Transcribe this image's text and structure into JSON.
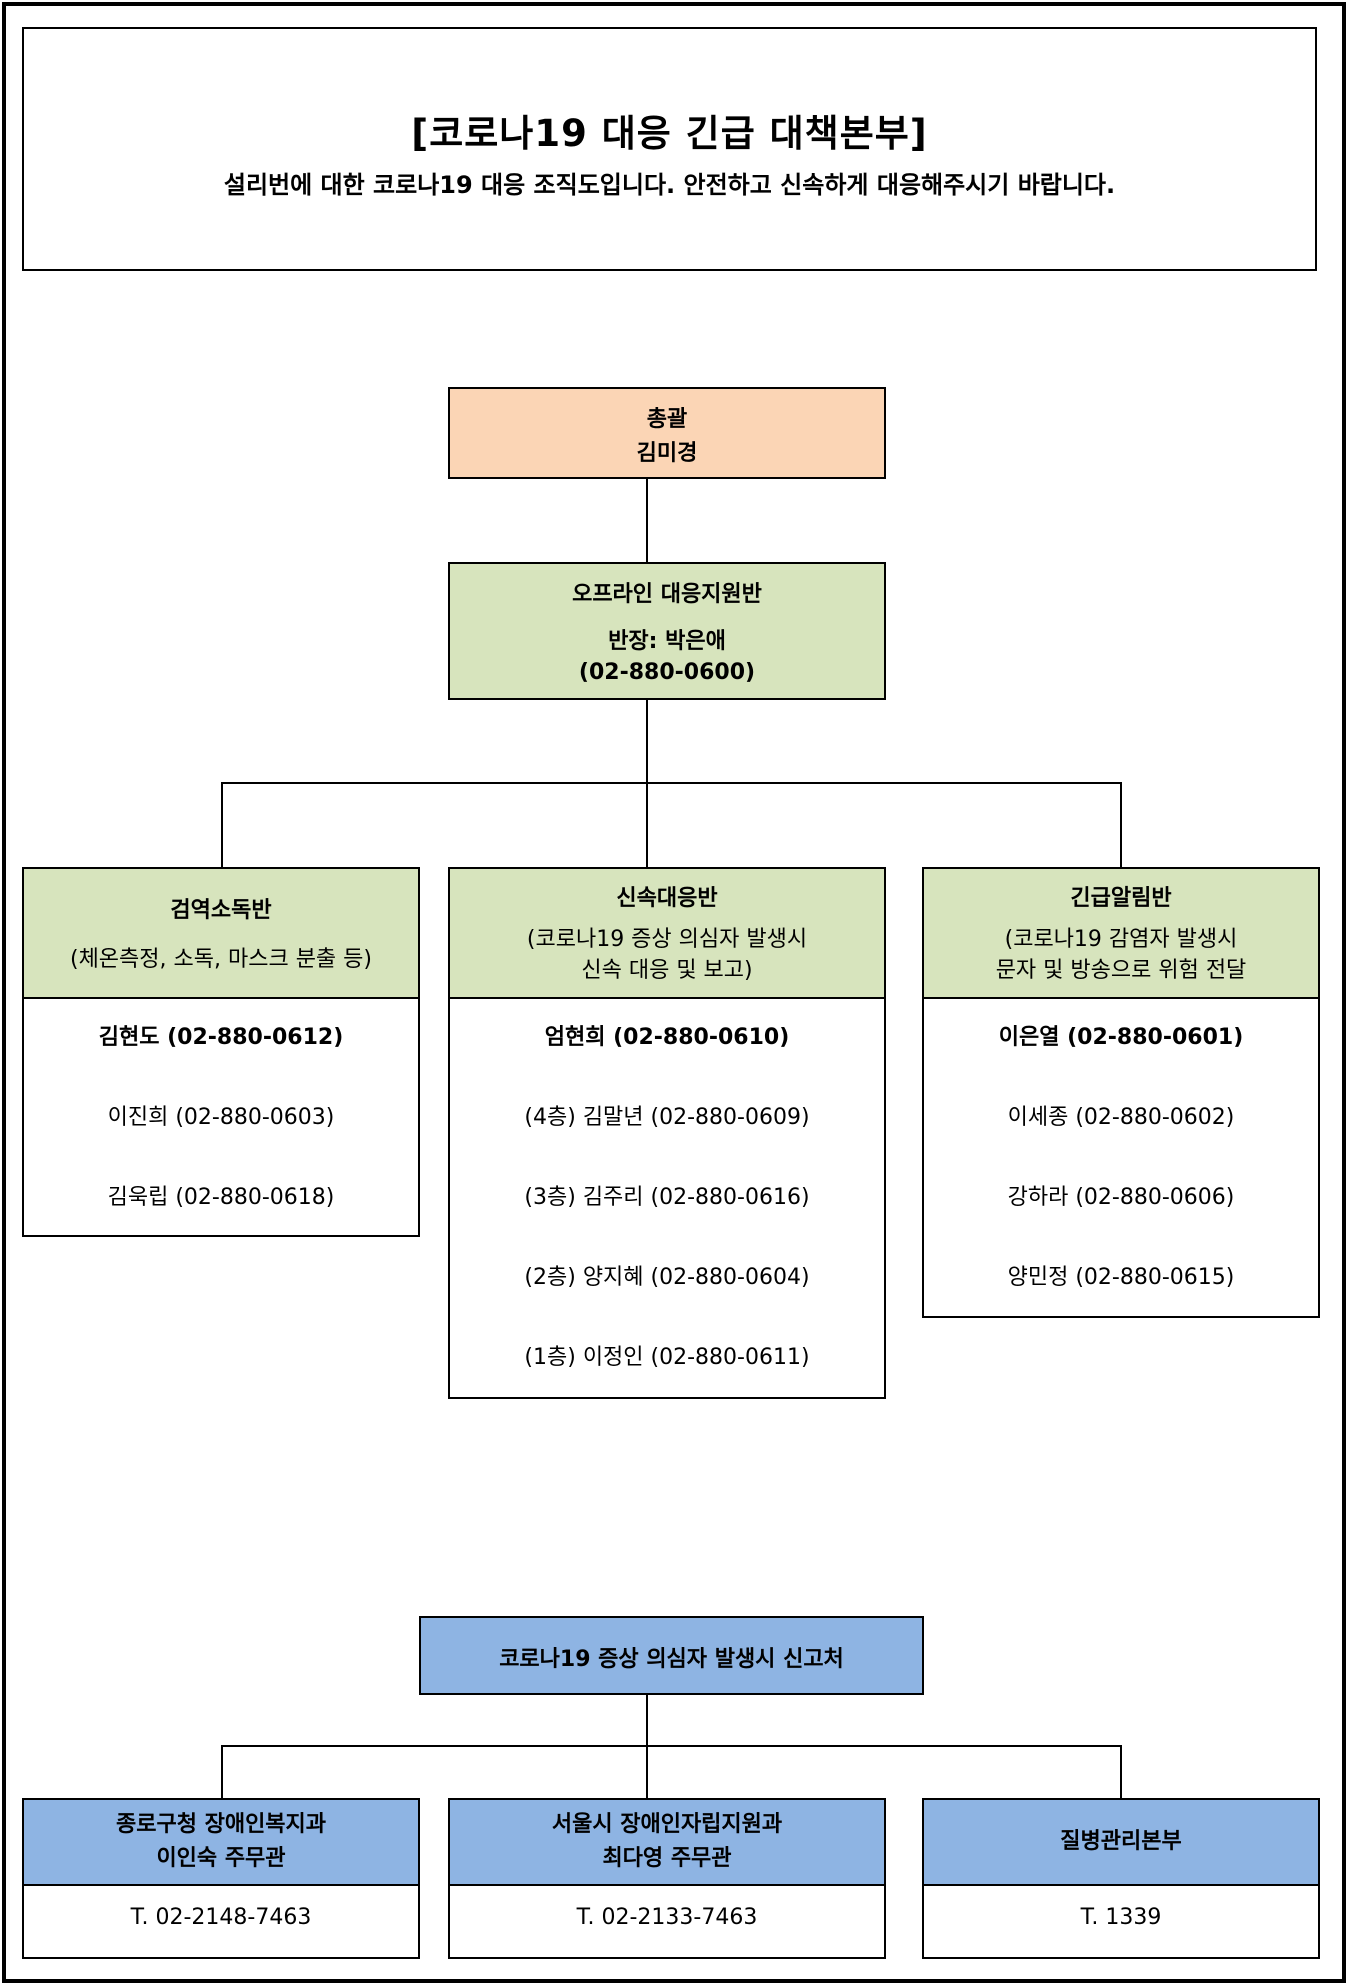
{
  "header": {
    "title": "[코로나19 대응 긴급 대책본부]",
    "subtitle": "설리번에 대한 코로나19 대응 조직도입니다. 안전하고 신속하게 대응해주시기 바랍니다."
  },
  "chief": {
    "role": "총괄",
    "name": "김미경"
  },
  "support": {
    "name": "오프라인 대응지원반",
    "leader": "반장: 박은애",
    "phone": "(02-880-0600)"
  },
  "teams": [
    {
      "name": "검역소독반",
      "desc": [
        "(체온측정, 소독, 마스크 분출 등)"
      ],
      "lead": "김현도 (02-880-0612)",
      "members": [
        "이진희 (02-880-0603)",
        "김욱립 (02-880-0618)"
      ]
    },
    {
      "name": "신속대응반",
      "desc": [
        "(코로나19 증상 의심자 발생시",
        "신속 대응 및 보고)"
      ],
      "lead": "엄현희 (02-880-0610)",
      "members": [
        "(4층) 김말년 (02-880-0609)",
        "(3층) 김주리 (02-880-0616)",
        "(2층) 양지혜 (02-880-0604)",
        "(1층) 이정인 (02-880-0611)"
      ]
    },
    {
      "name": "긴급알림반",
      "desc": [
        "(코로나19 감염자 발생시",
        "문자 및 방송으로 위험 전달"
      ],
      "lead": "이은열 (02-880-0601)",
      "members": [
        "이세종 (02-880-0602)",
        "강하라 (02-880-0606)",
        "양민정 (02-880-0615)"
      ]
    }
  ],
  "report": {
    "title": "코로나19 증상 의심자 발생시 신고처",
    "contacts": [
      {
        "lines": [
          "종로구청 장애인복지과",
          "이인숙 주무관"
        ],
        "phone": "T. 02-2148-7463"
      },
      {
        "lines": [
          "서울시 장애인자립지원과",
          "최다영 주무관"
        ],
        "phone": "T. 02-2133-7463"
      },
      {
        "lines": [
          "질병관리본부"
        ],
        "phone": "T. 1339"
      }
    ]
  },
  "colors": {
    "chief": "#fbd5b5",
    "team": "#d7e4bd",
    "report": "#8eb4e3"
  }
}
